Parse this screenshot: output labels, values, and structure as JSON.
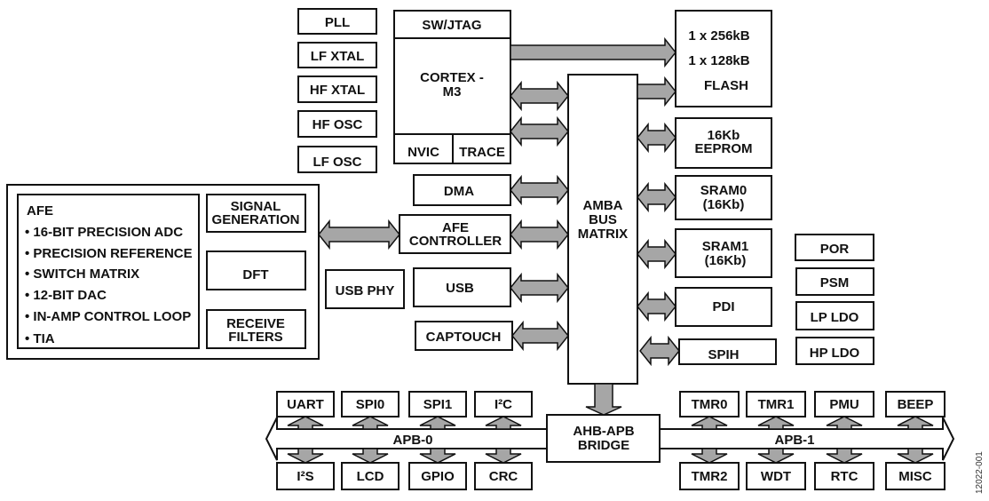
{
  "diagram": {
    "clock_blocks": [
      "PLL",
      "LF XTAL",
      "HF XTAL",
      "HF OSC",
      "LF OSC"
    ],
    "cpu": {
      "top": "SW/JTAG",
      "core": [
        "CORTEX -",
        "M3"
      ],
      "bottom_left": "NVIC",
      "bottom_right": "TRACE"
    },
    "memory": {
      "flash": [
        "1 x 256kB",
        "1 x 128kB",
        "FLASH"
      ],
      "eeprom": [
        "16Kb",
        "EEPROM"
      ],
      "sram0": [
        "SRAM0",
        "(16Kb)"
      ],
      "sram1": [
        "SRAM1",
        "(16Kb)"
      ],
      "pdi": "PDI",
      "spih": "SPIH"
    },
    "bus_matrix": [
      "AMBA",
      "BUS",
      "MATRIX"
    ],
    "bridge": [
      "AHB-APB",
      "BRIDGE"
    ],
    "ahb_peripherals": {
      "dma": "DMA",
      "afe_controller": [
        "AFE",
        "CONTROLLER"
      ],
      "usb": "USB",
      "usb_phy": "USB PHY",
      "captouch": "CAPTOUCH"
    },
    "afe": {
      "title": "AFE",
      "features": [
        "• 16-BIT PRECISION ADC",
        "• PRECISION REFERENCE",
        "• SWITCH MATRIX",
        "• 12-BIT DAC",
        "• IN-AMP CONTROL LOOP",
        "• TIA"
      ],
      "signal_generation": [
        "SIGNAL",
        "GENERATION"
      ],
      "dft": "DFT",
      "receive_filters": [
        "RECEIVE",
        "FILTERS"
      ]
    },
    "power_blocks": [
      "POR",
      "PSM",
      "LP LDO",
      "HP LDO"
    ],
    "apb0": {
      "label": "APB-0",
      "top": [
        "UART",
        "SPI0",
        "SPI1",
        "I²C"
      ],
      "bottom": [
        "I²S",
        "LCD",
        "GPIO",
        "CRC"
      ]
    },
    "apb1": {
      "label": "APB-1",
      "top": [
        "TMR0",
        "TMR1",
        "PMU",
        "BEEP"
      ],
      "bottom": [
        "TMR2",
        "WDT",
        "RTC",
        "MISC"
      ]
    },
    "figure_id": "12022-001"
  }
}
